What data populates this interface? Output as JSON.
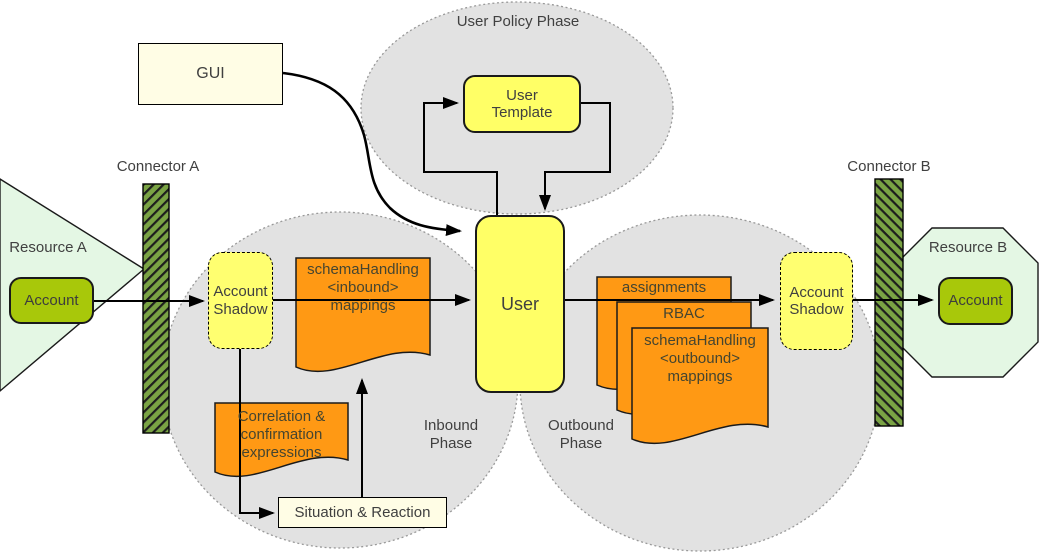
{
  "phases": {
    "user_policy": {
      "label": "User Policy Phase"
    },
    "inbound": {
      "label": "Inbound Phase"
    },
    "outbound": {
      "label": "Outbound Phase"
    }
  },
  "nodes": {
    "gui": {
      "label": "GUI"
    },
    "resource_a": {
      "label": "Resource A"
    },
    "account_a": {
      "label": "Account"
    },
    "connector_a": {
      "label": "Connector A"
    },
    "account_shadow_a": {
      "label": "Account Shadow"
    },
    "inbound_mappings": {
      "label": "schemaHandling <inbound> mappings"
    },
    "correlation": {
      "label": "Correlation & confirmation expressions"
    },
    "situation_reaction": {
      "label": "Situation & Reaction"
    },
    "user": {
      "label": "User"
    },
    "user_template": {
      "label": "User Template"
    },
    "assignments": {
      "label": "assignments"
    },
    "rbac": {
      "label": "RBAC"
    },
    "outbound_mappings": {
      "label": "schemaHandling <outbound> mappings"
    },
    "account_shadow_b": {
      "label": "Account Shadow"
    },
    "connector_b": {
      "label": "Connector B"
    },
    "resource_b": {
      "label": "Resource B"
    },
    "account_b": {
      "label": "Account"
    }
  },
  "colors": {
    "phase_fill": "#e2e2e2",
    "phase_border": "#999999",
    "entity_yellow": "#ffff66",
    "document_orange": "#ff9914",
    "cream_box": "#fffde5",
    "resource_green": "#e4f7e4",
    "account_green": "#a8c80a",
    "connector_green": "#7aa344",
    "line_black": "#000000",
    "text_gray": "#404040"
  }
}
